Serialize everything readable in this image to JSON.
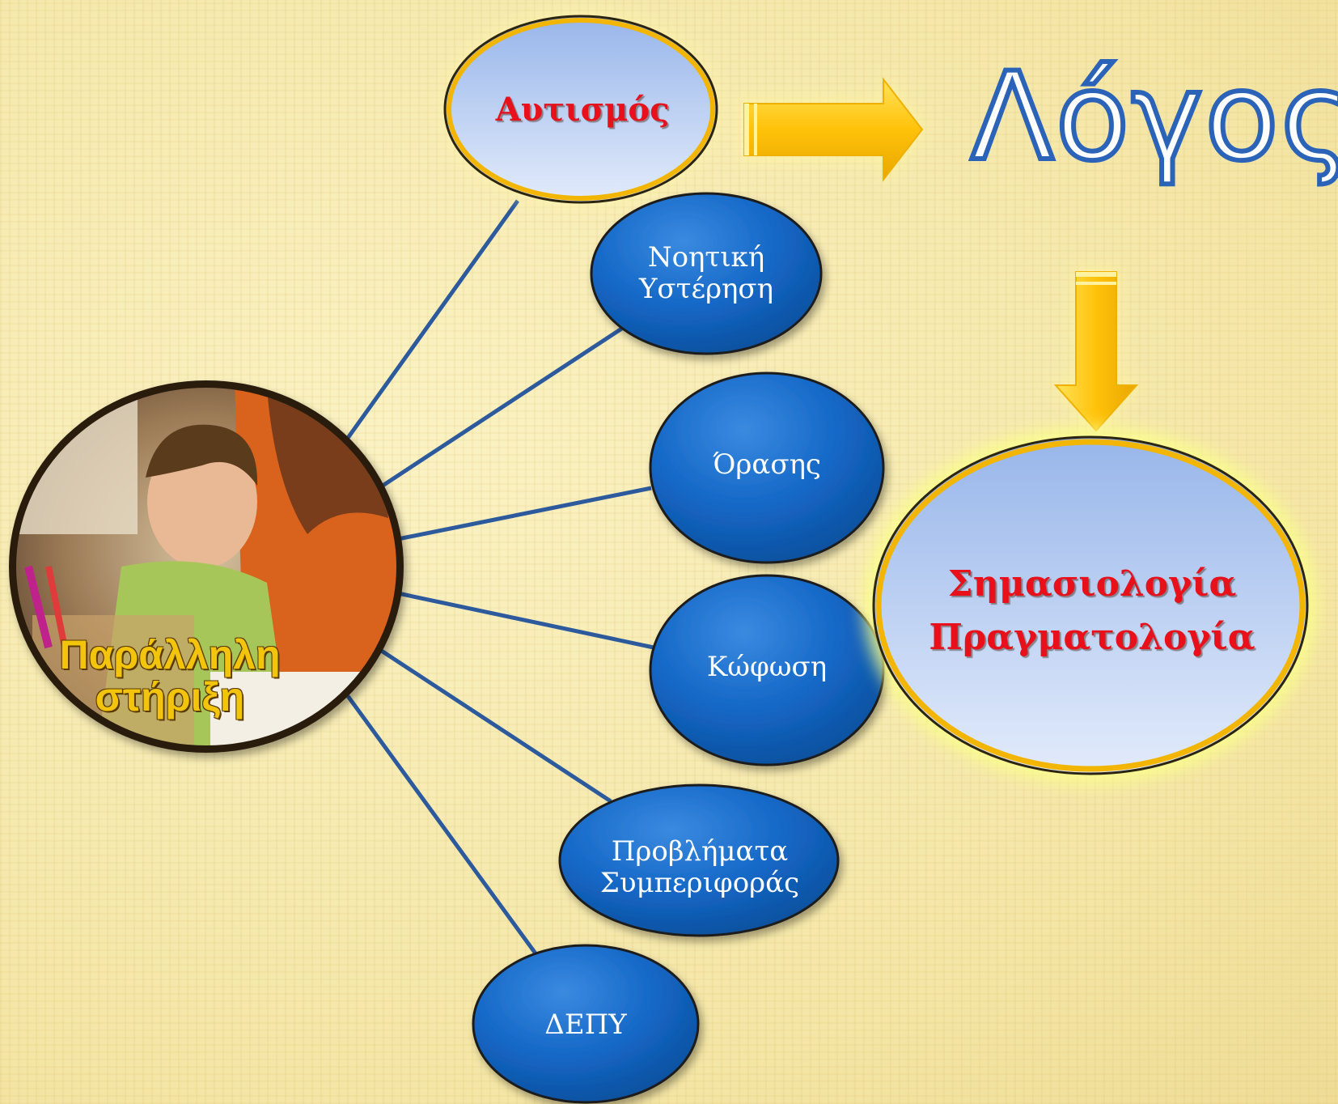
{
  "center_photo": {
    "label_line1": "Παράλληλη",
    "label_line2": "στήριξη"
  },
  "nodes": {
    "autism": "Αυτισμός",
    "intellectual_line1": "Νοητική",
    "intellectual_line2": "Υστέρηση",
    "vision": "Όρασης",
    "deafness": "Κώφωση",
    "behavior_line1": "Προβλήματα",
    "behavior_line2": "Συμπεριφοράς",
    "depy": "ΔΕΠΥ"
  },
  "heading": {
    "title": "Λόγος"
  },
  "target": {
    "line1": "Σημασιολογία",
    "line2": "Πραγματολογία"
  },
  "colors": {
    "blue_node": "#1467c6",
    "gold_border": "#f2b500",
    "arrow": "#ffc20a",
    "line": "#2d5a9c",
    "red_text": "#e8101a"
  }
}
